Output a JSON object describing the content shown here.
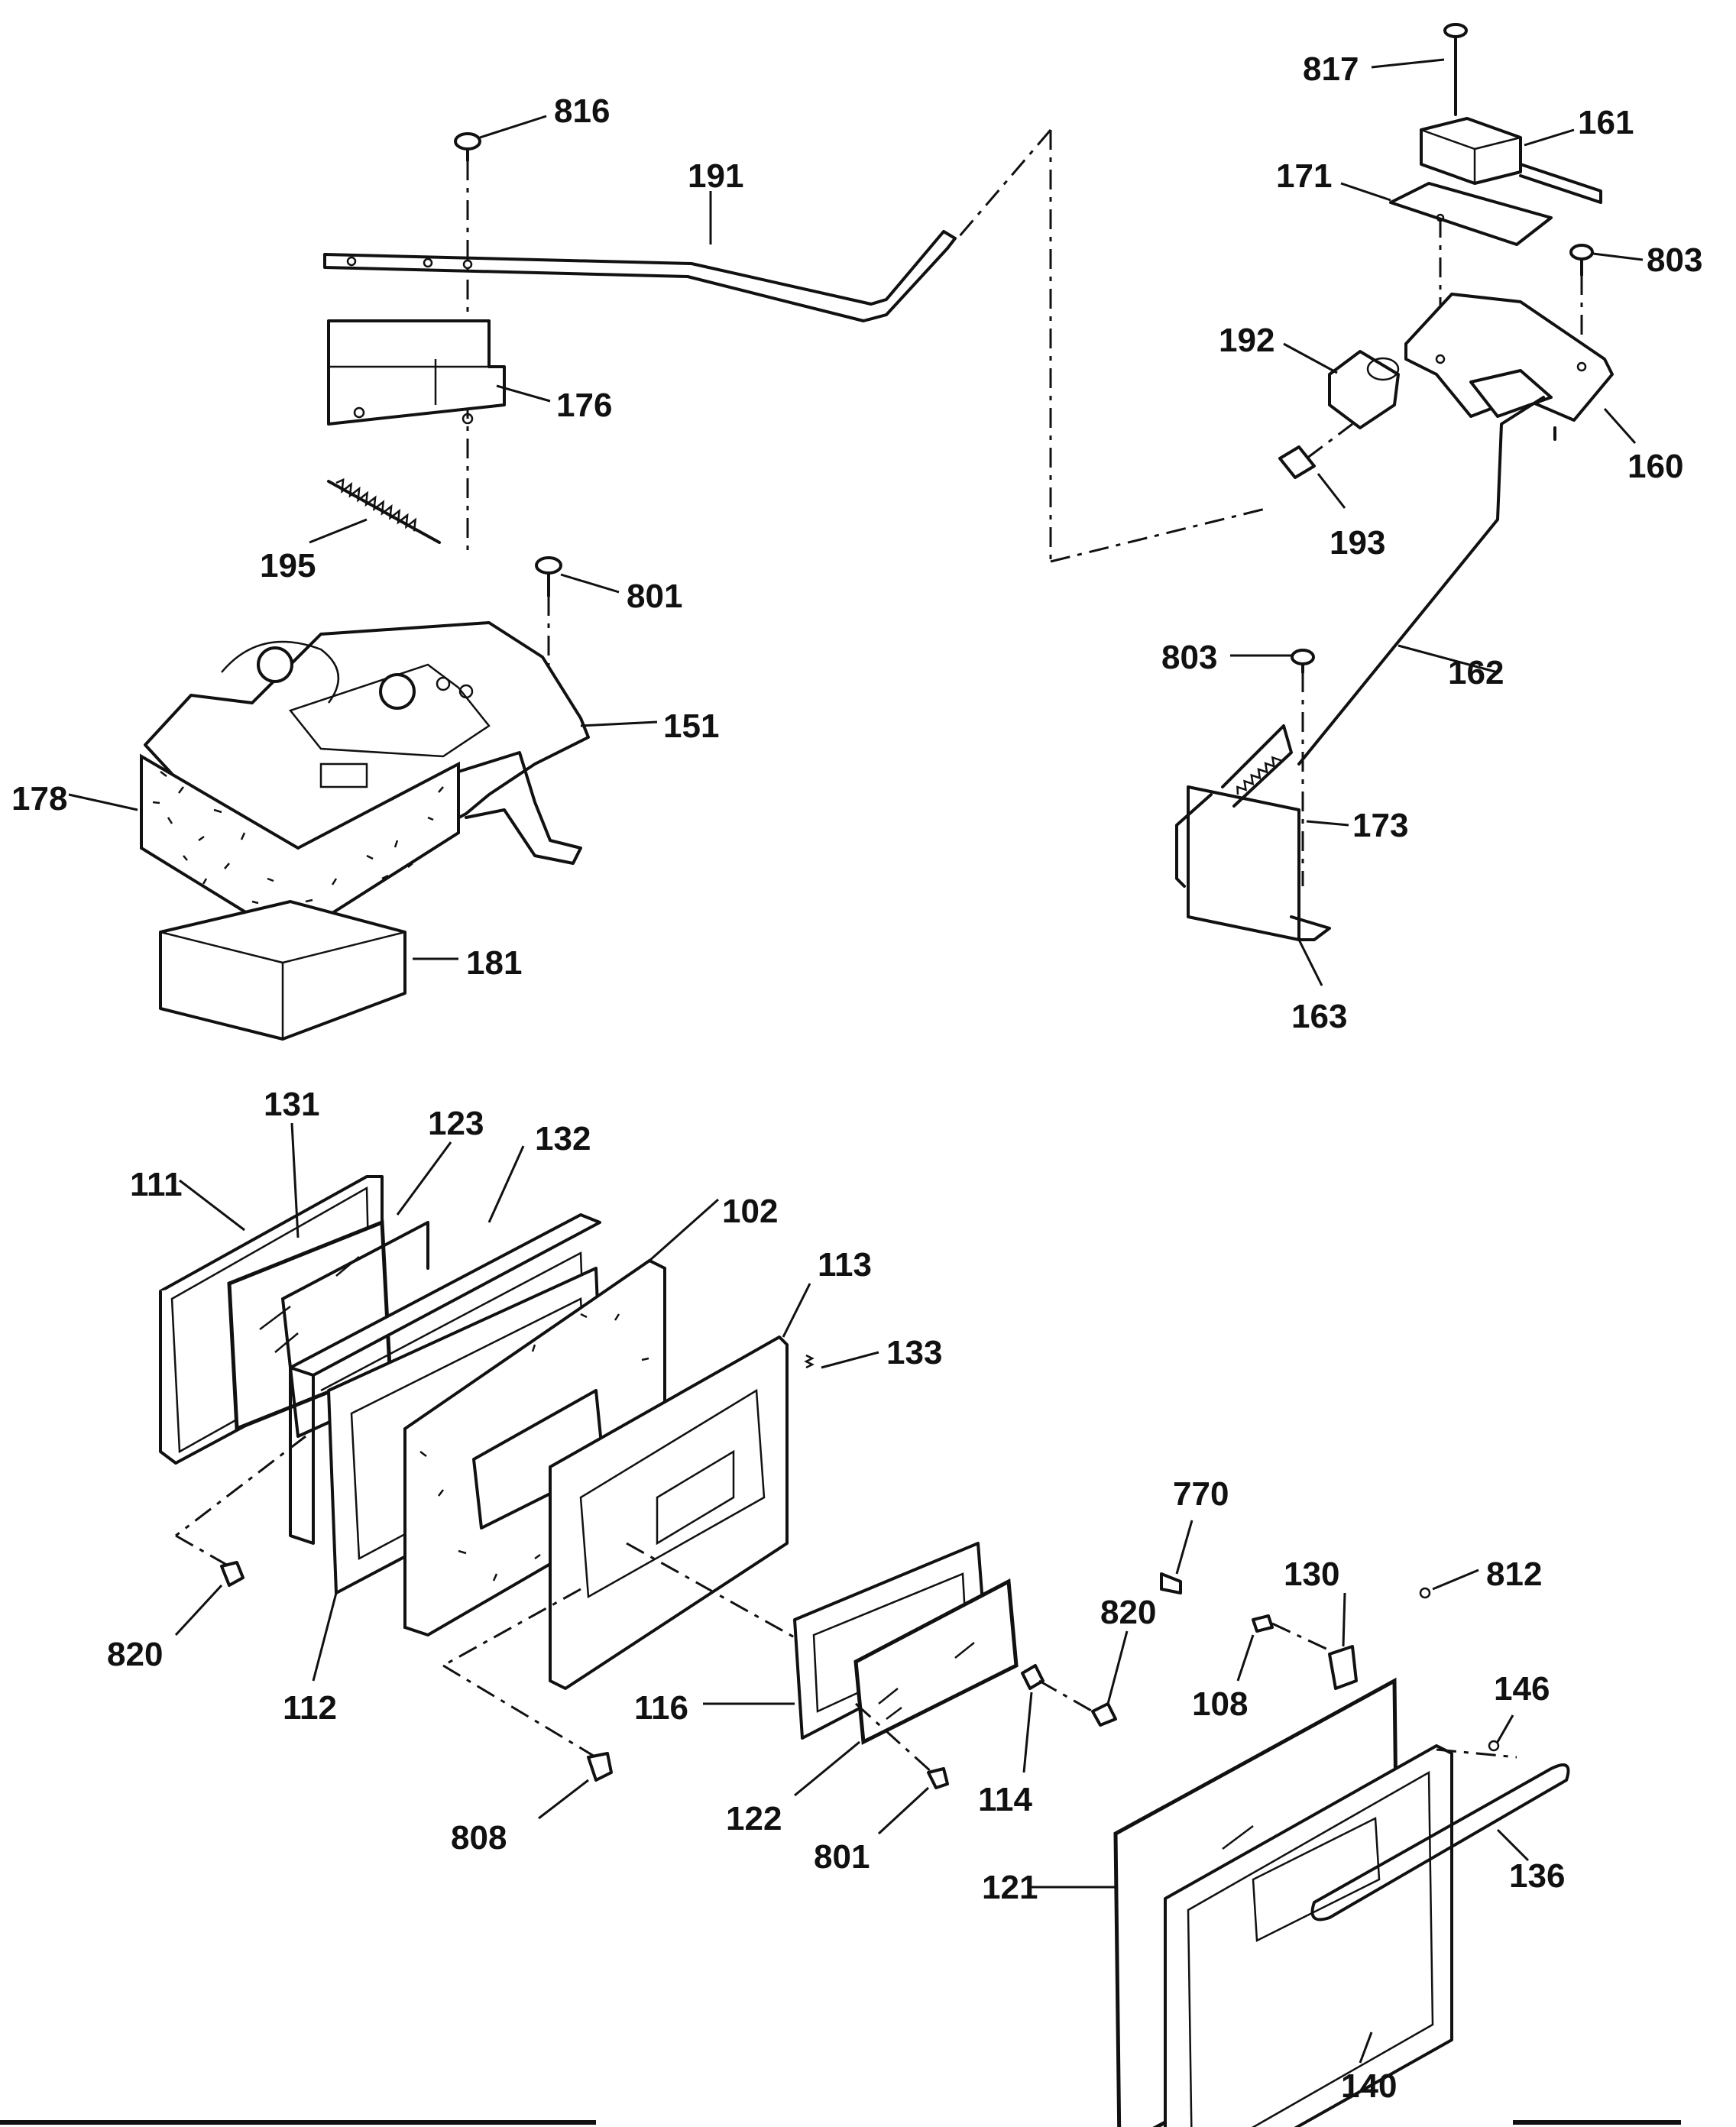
{
  "callouts": [
    {
      "id": "816",
      "text": "816"
    },
    {
      "id": "191",
      "text": "191"
    },
    {
      "id": "176",
      "text": "176"
    },
    {
      "id": "195",
      "text": "195"
    },
    {
      "id": "801a",
      "text": "801"
    },
    {
      "id": "151",
      "text": "151"
    },
    {
      "id": "178",
      "text": "178"
    },
    {
      "id": "181",
      "text": "181"
    },
    {
      "id": "817",
      "text": "817"
    },
    {
      "id": "161",
      "text": "161"
    },
    {
      "id": "171",
      "text": "171"
    },
    {
      "id": "803a",
      "text": "803"
    },
    {
      "id": "192",
      "text": "192"
    },
    {
      "id": "160",
      "text": "160"
    },
    {
      "id": "193",
      "text": "193"
    },
    {
      "id": "803b",
      "text": "803"
    },
    {
      "id": "162",
      "text": "162"
    },
    {
      "id": "173",
      "text": "173"
    },
    {
      "id": "163",
      "text": "163"
    },
    {
      "id": "131",
      "text": "131"
    },
    {
      "id": "123",
      "text": "123"
    },
    {
      "id": "132",
      "text": "132"
    },
    {
      "id": "111",
      "text": "111"
    },
    {
      "id": "102",
      "text": "102"
    },
    {
      "id": "113",
      "text": "113"
    },
    {
      "id": "133",
      "text": "133"
    },
    {
      "id": "770",
      "text": "770"
    },
    {
      "id": "130",
      "text": "130"
    },
    {
      "id": "812",
      "text": "812"
    },
    {
      "id": "820a",
      "text": "820"
    },
    {
      "id": "820b",
      "text": "820"
    },
    {
      "id": "112",
      "text": "112"
    },
    {
      "id": "108",
      "text": "108"
    },
    {
      "id": "146",
      "text": "146"
    },
    {
      "id": "116",
      "text": "116"
    },
    {
      "id": "122",
      "text": "122"
    },
    {
      "id": "114",
      "text": "114"
    },
    {
      "id": "808",
      "text": "808"
    },
    {
      "id": "801b",
      "text": "801"
    },
    {
      "id": "121",
      "text": "121"
    },
    {
      "id": "136",
      "text": "136"
    },
    {
      "id": "140",
      "text": "140"
    }
  ]
}
